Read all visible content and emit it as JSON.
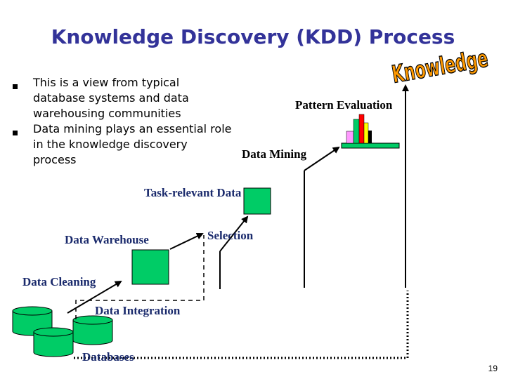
{
  "title": "Knowledge Discovery (KDD) Process",
  "bullets": [
    {
      "lines": [
        "This is a view from typical",
        "database systems and data",
        "warehousing communities"
      ]
    },
    {
      "lines": [
        "Data mining plays an essential role",
        "in the knowledge discovery",
        "process"
      ]
    }
  ],
  "knowledge_word": "Knowledge",
  "labels": {
    "pattern_evaluation": "Pattern Evaluation",
    "data_mining": "Data Mining",
    "task_relevant_data": "Task-relevant Data",
    "data_warehouse": "Data Warehouse",
    "selection": "Selection",
    "data_cleaning": "Data Cleaning",
    "data_integration": "Data Integration",
    "databases": "Databases"
  },
  "page_number": "19",
  "colors": {
    "title": "#333399",
    "box_green": "#00cc66",
    "knowledge_orange": "#ff9900"
  }
}
